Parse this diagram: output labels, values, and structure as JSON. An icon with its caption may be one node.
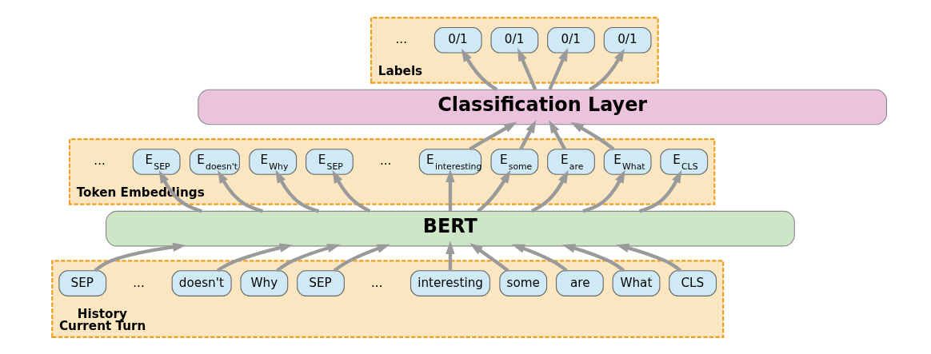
{
  "diagram": {
    "nodes": [
      {
        "text": [
          "Labels"
        ]
      },
      {
        "text": [
          "0/1"
        ],
        "in": 0
      },
      {
        "text": [
          "0/1"
        ],
        "in": 0
      },
      {
        "text": [
          "0/1"
        ],
        "in": 0
      },
      {
        "text": [
          "0/1"
        ],
        "in": 0
      },
      {
        "text": [
          "Classification Layer"
        ]
      },
      {
        "text": [
          "Token Embeddings"
        ]
      },
      {
        "text": [
          "E$_{CLS}$"
        ],
        "in": 6
      },
      {
        "text": [
          "E$_{What}$"
        ],
        "in": 6
      },
      {
        "text": [
          "E$_{are}$"
        ],
        "in": 6
      },
      {
        "text": [
          "E$_{some}$"
        ],
        "in": 6
      },
      {
        "text": [
          "E$_{interesting}$"
        ],
        "in": 6
      },
      {
        "text": [
          "E$_{SEP}$"
        ],
        "in": 6
      },
      {
        "text": [
          "E$_{Why}$"
        ],
        "in": 6
      },
      {
        "text": [
          "E$_{doesn't}$"
        ],
        "in": 6
      },
      {
        "text": [
          "E$_{SEP}$"
        ],
        "in": 6
      },
      {
        "text": [
          "BERT"
        ]
      },
      {
        "text": [
          "History",
          "Current Turn"
        ]
      },
      {
        "text": [
          "CLS"
        ],
        "in": 17
      },
      {
        "text": [
          "What"
        ],
        "in": 17
      },
      {
        "text": [
          "are"
        ],
        "in": 17
      },
      {
        "text": [
          "some"
        ],
        "in": 17
      },
      {
        "text": [
          "interesting"
        ],
        "in": 17
      },
      {
        "text": [
          "SEP"
        ],
        "in": 17
      },
      {
        "text": [
          "Why"
        ],
        "in": 17
      },
      {
        "text": [
          "doesn't"
        ],
        "in": 17
      },
      {
        "text": [
          "SEP"
        ],
        "in": 17
      }
    ],
    "edges": [
      {
        "from": 18,
        "to": 16,
        "arrow": "to"
      },
      {
        "from": 19,
        "to": 16,
        "arrow": "to"
      },
      {
        "from": 20,
        "to": 16,
        "arrow": "to"
      },
      {
        "from": 21,
        "to": 16,
        "arrow": "to"
      },
      {
        "from": 22,
        "to": 16,
        "arrow": "to"
      },
      {
        "from": 23,
        "to": 16,
        "arrow": "to"
      },
      {
        "from": 24,
        "to": 16,
        "arrow": "to"
      },
      {
        "from": 25,
        "to": 16,
        "arrow": "to"
      },
      {
        "from": 26,
        "to": 16,
        "arrow": "to"
      },
      {
        "from": 16,
        "to": 7,
        "arrow": "to"
      },
      {
        "from": 16,
        "to": 8,
        "arrow": "to"
      },
      {
        "from": 16,
        "to": 9,
        "arrow": "to"
      },
      {
        "from": 16,
        "to": 10,
        "arrow": "to"
      },
      {
        "from": 16,
        "to": 11,
        "arrow": "to"
      },
      {
        "from": 16,
        "to": 12,
        "arrow": "to"
      },
      {
        "from": 16,
        "to": 13,
        "arrow": "to"
      },
      {
        "from": 16,
        "to": 14,
        "arrow": "to"
      },
      {
        "from": 16,
        "to": 15,
        "arrow": "to"
      },
      {
        "from": 8,
        "to": 5,
        "arrow": "to"
      },
      {
        "from": 9,
        "to": 5,
        "arrow": "to"
      },
      {
        "from": 10,
        "to": 5,
        "arrow": "to"
      },
      {
        "from": 11,
        "to": 5,
        "arrow": "to"
      },
      {
        "from": 5,
        "to": 1,
        "arrow": "to"
      },
      {
        "from": 5,
        "to": 2,
        "arrow": "to"
      },
      {
        "from": 5,
        "to": 3,
        "arrow": "to"
      },
      {
        "from": 5,
        "to": 4,
        "arrow": "to"
      }
    ],
    "labels": [
      "...",
      "...",
      "...",
      "...",
      "..."
    ]
  }
}
